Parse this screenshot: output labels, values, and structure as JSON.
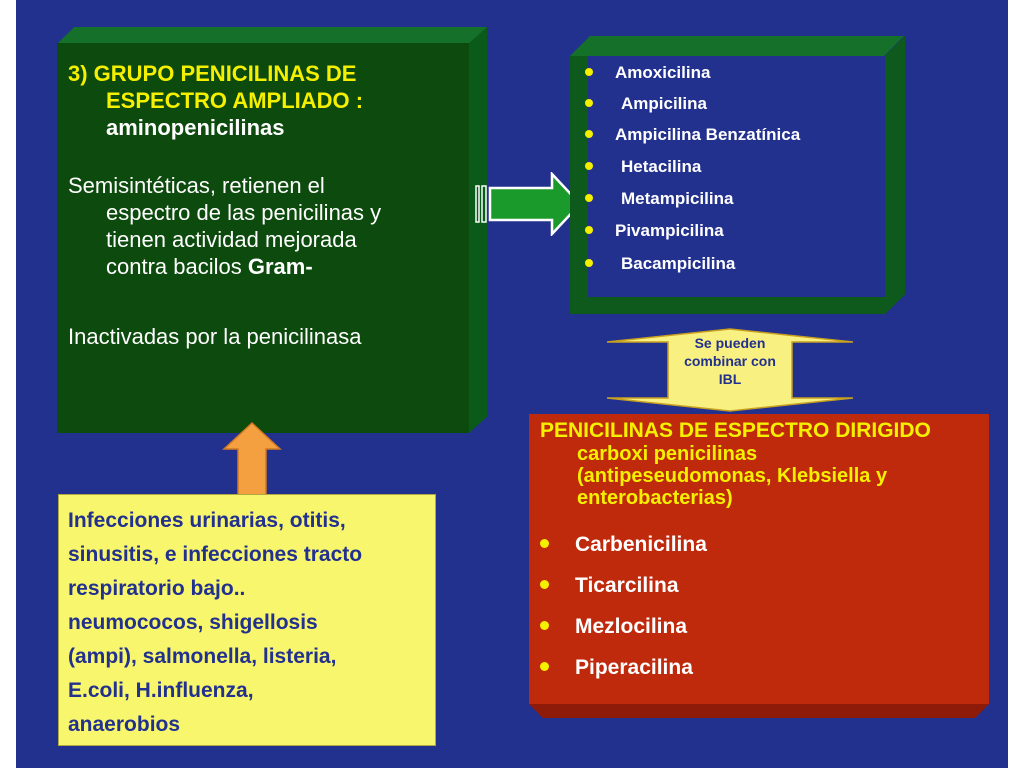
{
  "green_box": {
    "heading_line1": "3) GRUPO PENICILINAS DE",
    "heading_line2": "ESPECTRO AMPLIADO :",
    "heading_line3": "aminopenicilinas",
    "para1_line1": "Semisintéticas, retienen el",
    "para1_line2": "espectro de las penicilinas y",
    "para1_line3": "tienen actividad mejorada",
    "para1_line4_text": "contra bacilos ",
    "para1_line4_bold": "Gram-",
    "para2": "Inactivadas por la penicilinasa"
  },
  "drug_list": [
    "Amoxicilina",
    "Ampicilina",
    "Ampicilina Benzatínica",
    "Hetacilina",
    "Metampicilina",
    "Pivampicilina",
    "Bacampicilina"
  ],
  "double_arrow": {
    "line1": "Se pueden",
    "line2": "combinar con",
    "line3": "IBL"
  },
  "red_box": {
    "title": "PENICILINAS DE ESPECTRO DIRIGIDO",
    "subtitle_line1": "carboxi penicilinas",
    "subtitle_line2": "(antipeseudomonas, Klebsiella  y",
    "subtitle_line3": "enterobacterias)",
    "items": [
      "Carbenicilina",
      "Ticarcilina",
      "Mezlocilina",
      "Piperacilina"
    ]
  },
  "yellow_box": {
    "lines": [
      "Infecciones urinarias, otitis,",
      "sinusitis, e infecciones tracto",
      "respiratorio bajo..",
      "neumococos, shigellosis",
      "(ampi), salmonella, listeria,",
      "E.coli, H.influenza,",
      "anaerobios"
    ]
  },
  "colors": {
    "background": "#22308e",
    "green_box": "#0d4a0d",
    "red_box": "#c02a0c",
    "yellow_box": "#f8f66c",
    "highlight_yellow": "#f4f000",
    "arrow_green": "#1a9a2a",
    "arrow_orange": "#f4a040",
    "double_arrow_fill": "#f8f080"
  }
}
